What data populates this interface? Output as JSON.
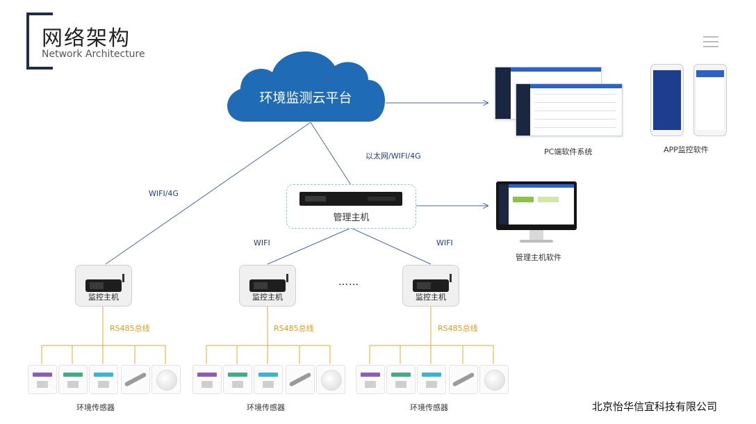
{
  "header": {
    "title_cn": "网络架构",
    "title_en": "Network Architecture"
  },
  "cloud": {
    "label": "环境监测云平台"
  },
  "management_host": {
    "label": "管理主机"
  },
  "monitor_host": {
    "label": "监控主机"
  },
  "links": {
    "ethernet": "以太网/WIFI/4G",
    "wifi_4g": "WIFI/4G",
    "wifi": "WIFI",
    "rs485": "RS485总线"
  },
  "ellipsis": "……",
  "software": {
    "pc": "PC端软件系统",
    "app": "APP监控软件",
    "host": "管理主机软件"
  },
  "sensor_group": {
    "label": "环境传感器"
  },
  "company": "北京怡华信宜科技有限公司",
  "colors": {
    "navy": "#1f2d45",
    "link_line": "#4a68a8",
    "bus_line": "#e6a827",
    "cloud": "#1f6bb5",
    "dashed_border": "#86c7e0"
  },
  "icons": [
    "menu-icon",
    "cloud-icon",
    "server-icon",
    "mini-pc-icon",
    "monitor-icon",
    "phone-icon",
    "sensor-icon"
  ]
}
